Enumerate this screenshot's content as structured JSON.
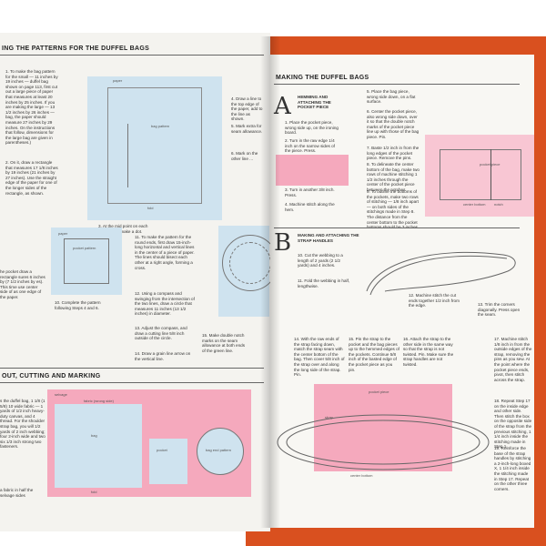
{
  "left_page": {
    "header_top": "ING THE PATTERNS FOR THE DUFFEL BAGS",
    "header_bottom": "OUT, CUTTING AND MARKING",
    "text_1": "1. To make the bag pattern for the small — 11 inches by 19 inches — duffel bag shown on page 113, first cut out a large piece of paper that measures at least 20 inches by 25 inches. If you are making the large — 13 1/2 inches by 26 inches — bag, the paper should measure 27 inches by 29 inches. On the instructions that follow, dimensions for the large bag are given in parentheses.)",
    "text_2": "2. On it, draw a rectangle that measures 17 1/8 inches by 19 inches (21 inches by 27 inches). Use the straight edge of the paper for one of the longer sides of the rectangle, as shown.",
    "text_3": "3. At the mid point on each vertical line make a dot.",
    "text_4": "4. Draw a line to the top edge of the paper, add to the line as shown.",
    "text_5": "5. Mark extra for seam allowance.",
    "text_6": "6. Mark on the other line ...",
    "text_11": "11. To make the pattern for the round ends, first draw 15-inch-long horizontal and vertical lines in the center of a piece of paper. The lines should bisect each other at a right angle, forming a cross.",
    "text_12": "12. Using a compass and swinging from the intersection of the two lines, draw a circle that measures 11 inches (13 1/2 inches) in diameter.",
    "text_13": "13. Adjust the compass, and draw a cutting line 5/8 inch outside of the circle.",
    "text_14": "14. Draw a grain line arrow on the vertical line.",
    "text_15": "15. Make double notch marks on the seam allowance at both ends of the green line.",
    "text_10": "10. Complete the pattern following Steps 4 and 6.",
    "text_left_mid": "he pocket draw a rectangle sures 6 inches by (7 1/2 inches by es). This time use center side of as one edge of the paper.",
    "text_left_bottom": "s the duffel bag, 1 1/8 (1 5/8) 10 wide fabric — 1 yards of 1/2 inch heavy-duty canvas, and 4 thread. For the shoulder strap bag, you will 1/2 yards of 2 inch webbing; four 2-inch wide and two six 1/3 inch strong two fasteners.",
    "text_left_bottom2": "a fabric in half the selvage sides",
    "label_paper": "paper",
    "label_bag_pattern": "bag pattern",
    "label_fold": "fold",
    "label_pocket_pattern": "pocket pattern",
    "label_selvage": "selvage",
    "label_fabric": "fabric (wrong side)",
    "label_bag": "bag",
    "label_pocket": "pocket",
    "label_bag_end": "bag end pattern"
  },
  "right_page": {
    "header_top": "MAKING THE DUFFEL BAGS",
    "letter_a": "A",
    "letter_b": "B",
    "sub_a": "HEMMING AND ATTACHING THE POCKET PIECE",
    "sub_b": "MAKING AND ATTACHING THE STRAP HANDLES",
    "text_a1": "1. Place the pocket piece, wrong side up, on the ironing board.",
    "text_a2": "2. Turn in the raw edge 1/4 inch on the narrow sides of the piece. Press.",
    "text_a3": "3. Turn in another 3/8 inch. Press.",
    "text_a4": "4. Machine stitch along the hem.",
    "text_a5": "5. Place the bag piece, wrong side down, on a flat surface.",
    "text_a6": "6. Center the pocket piece, also wrong side down, over it so that the double notch marks of the pocket piece line up with those of the bag piece. Pin.",
    "text_a7": "7. Baste 1/2 inch in from the long edges of the pocket piece. Remove the pins.",
    "text_a8": "8. To delineate the center bottom of the bag, make two rows of machine stitching 1 1/2 inches through the center of the pocket piece between the notches.",
    "text_a9": "9. To outline the bottoms of the pockets, make two rows of stitching — 1/8 inch apart — on both sides of the stitchings made in Step 8. The distance from the center bottom to the pocket bottoms should be 3 inches.",
    "label_pocket_piece": "pocket piece",
    "label_center_bottom": "center bottom",
    "label_notch": "notch",
    "text_b10": "10. Cut the webbing to a length of 2 yards (2 1/2 yards) and 4 inches.",
    "text_b11": "11. Fold the webbing in half, lengthwise.",
    "text_b12": "12. Machine stitch the cut ends together 1/2 inch from the edge.",
    "text_b13": "13. Trim the corners diagonally. Press open the seam.",
    "text_b14": "14. With the raw ends of the strap facing down, match the strap seam with the center bottom of the bag. Then cover 5/8 inch of the strap over and along the long side of the strap. Pin.",
    "text_b15": "15. Pin the strap to the pocket and the bag pieces up to the hemmed edges of the pockets. Continue 5/8 inch of the basted edge of the pocket piece as you pin.",
    "text_b16": "16. Attach the strap to the other side in the same way so that the strap is not twisted. Pin. Make sure the strap handles are not twisted.",
    "text_b17": "17. Machine stitch 1/8 inch in from the outside edges of the strap, removing the pins as you sew. At the point where the pocket piece ends, pivot, then stitch across the strap.",
    "text_b18": "18. Repeat Step 17 on the inside edge and other side. Then stitch the box on the opposite side of the strap from the previous stitching, 1 1/4 inch inside the stitching made in Step 1.",
    "text_b19": "19. Reinforce the base of the strap handles by stitching a 2-inch-long boxed X, 1 1/4 inch inside the stitching made in Step 17. Repeat on the other three corners.",
    "label_strap": "strap",
    "label_pocket_piece2": "pocket piece",
    "label_center_bottom2": "center bottom"
  }
}
